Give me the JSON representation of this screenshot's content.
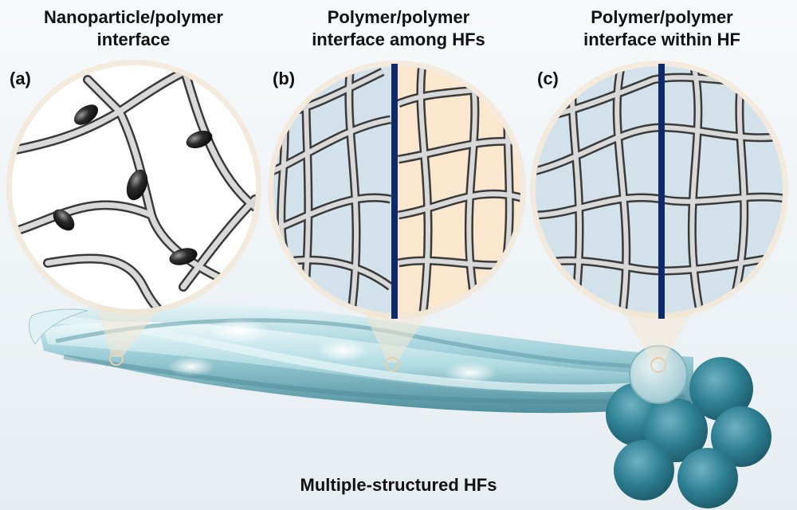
{
  "panels": [
    {
      "label": "(a)",
      "title_lines": [
        "Nanoparticle/polymer",
        "interface"
      ]
    },
    {
      "label": "(b)",
      "title_lines": [
        "Polymer/polymer",
        "interface among HFs"
      ]
    },
    {
      "label": "(c)",
      "title_lines": [
        "Polymer/polymer",
        "interface within HF"
      ]
    }
  ],
  "caption": "Multiple-structured HFs",
  "colors": {
    "chain_outline": "#3a3a3a",
    "chain_fill": "#d9d9d9",
    "circle_a_fill": "#ffffff",
    "circle_blue_fill": "#d3e2ea",
    "circle_orange_fill": "#fbe7cd",
    "divider": "#0e2a6b",
    "circle_halo": "#f1dcc0",
    "fiber_light": "#cfe9ee",
    "fiber_dark": "#5f9eac",
    "bundle_fill": "#2e7f93",
    "nanoparticle": "#222222"
  }
}
